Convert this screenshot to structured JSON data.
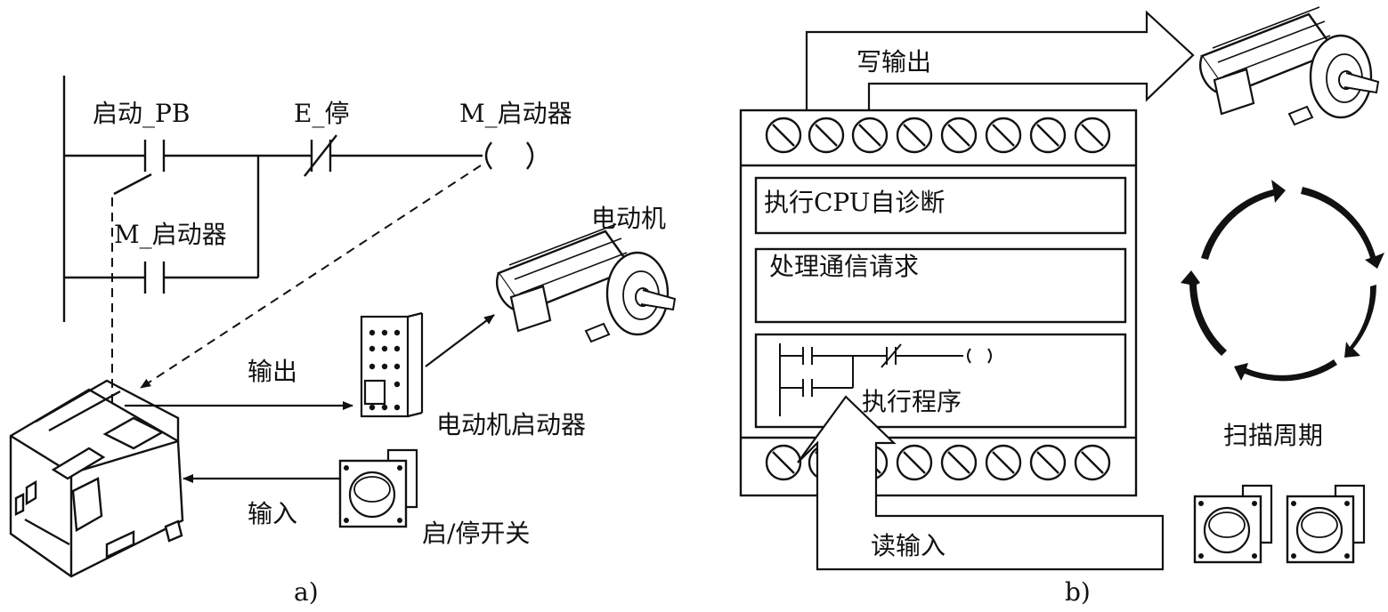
{
  "panel_a": {
    "caption": "a)",
    "ladder": {
      "contact_start": "启动_PB",
      "contact_estop": "E_停",
      "coil": "M_启动器",
      "contact_hold": "M_启动器"
    },
    "device_labels": {
      "motor": "电动机",
      "output": "输出",
      "motor_starter": "电动机启动器",
      "input": "输入",
      "switch": "启/停开关"
    }
  },
  "panel_b": {
    "caption": "b)",
    "write_output": "写输出",
    "steps": [
      "执行CPU自诊断",
      "处理通信请求",
      "执行程序"
    ],
    "read_input": "读输入",
    "scan_cycle": "扫描周期"
  }
}
